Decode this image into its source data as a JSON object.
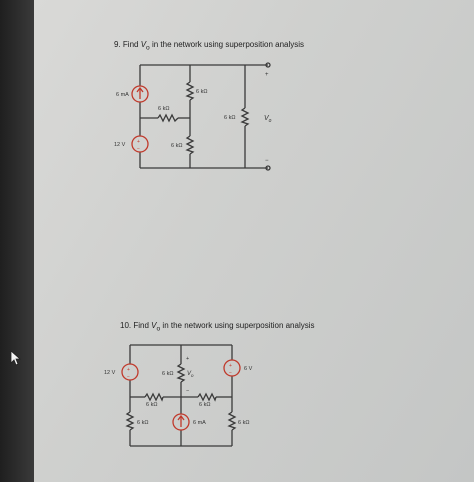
{
  "problem9": {
    "number": "9.",
    "text_before": "Find ",
    "var": "V",
    "var_sub": "o",
    "text_after": " in the network using superposition analysis",
    "labels": {
      "current_source": "6 mA",
      "resistor_top": "6 kΩ",
      "resistor_mid": "6 kΩ",
      "resistor_right": "6 kΩ",
      "resistor_bottom": "6 kΩ",
      "voltage_source": "12 V",
      "output_var": "V",
      "output_sub": "o",
      "plus": "+",
      "minus": "−"
    }
  },
  "problem10": {
    "number": "10.",
    "text_before": "Find ",
    "var": "V",
    "var_sub": "o",
    "text_after": " in the network using superposition analysis",
    "labels": {
      "voltage_source_left": "12 V",
      "voltage_source_right": "6 V",
      "resistor_center": "6 kΩ",
      "output_var": "V",
      "output_sub": "o",
      "plus": "+",
      "minus": "−",
      "resistor_mid_left": "6 kΩ",
      "resistor_mid_right": "6 kΩ",
      "resistor_left_bottom": "6 kΩ",
      "current_source": "6 mA",
      "resistor_right_bottom": "6 kΩ"
    }
  },
  "colors": {
    "wire": "#3a3a3a",
    "source": "#c0392b"
  }
}
